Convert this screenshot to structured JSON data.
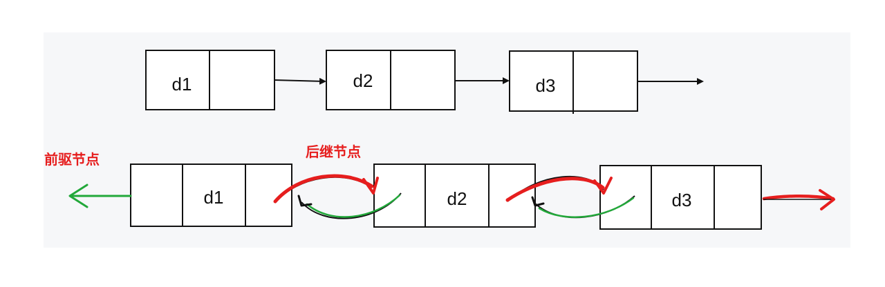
{
  "single_list": {
    "nodes": [
      {
        "data": "d1"
      },
      {
        "data": "d2"
      },
      {
        "data": "d3"
      }
    ]
  },
  "double_list": {
    "nodes": [
      {
        "data": "d1"
      },
      {
        "data": "d2"
      },
      {
        "data": "d3"
      }
    ]
  },
  "labels": {
    "predecessor": "前驱节点",
    "successor": "后继节点"
  },
  "colors": {
    "panel": "#f6f7f9",
    "box_stroke": "#111111",
    "successor_arrow": "#e61e1e",
    "predecessor_arrow": "#22a83a"
  }
}
